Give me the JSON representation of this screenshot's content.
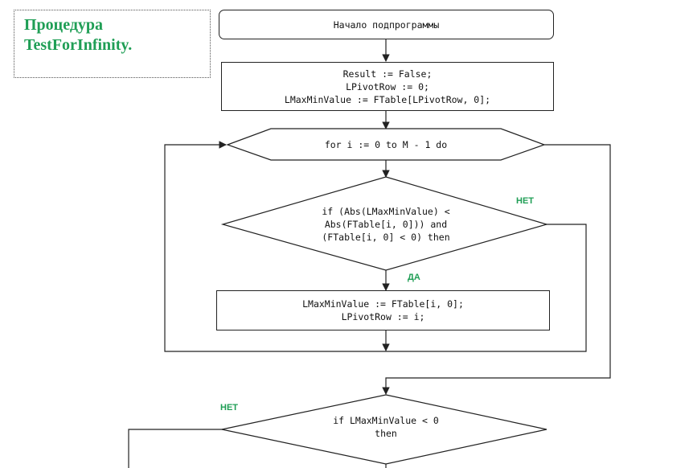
{
  "title": {
    "line1": "Процедура",
    "line2": "TestForInfinity."
  },
  "blocks": {
    "start": "Начало подпрограммы",
    "init": [
      "Result := False;",
      "LPivotRow := 0;",
      "LMaxMinValue := FTable[LPivotRow, 0];"
    ],
    "loop": "for i := 0 to M - 1 do",
    "condition1": [
      "if (Abs(LMaxMinValue) <",
      "Abs(FTable[i, 0])) and",
      "(FTable[i, 0] < 0) then"
    ],
    "assign": [
      "LMaxMinValue := FTable[i, 0];",
      "LPivotRow := i;"
    ],
    "condition2": [
      "if LMaxMinValue < 0",
      "then"
    ]
  },
  "labels": {
    "no1": "НЕТ",
    "yes1": "ДА",
    "no2": "НЕТ"
  },
  "colors": {
    "accent_green": "#1f9e55",
    "line": "#222222"
  }
}
